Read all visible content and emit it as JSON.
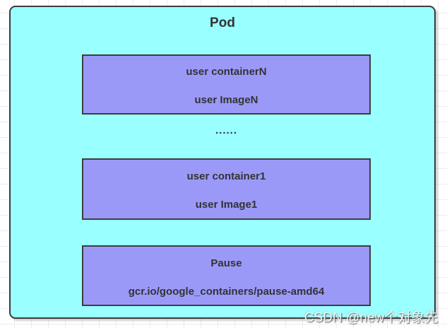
{
  "diagram": {
    "title": "Pod",
    "containers": [
      {
        "name": "user containerN",
        "image": "user ImageN"
      },
      {
        "name": "user container1",
        "image": "user Image1"
      },
      {
        "name": "Pause",
        "image": "gcr.io/google_containers/pause-amd64"
      }
    ],
    "ellipsis": "......",
    "watermark": "CSDN @new个对象先",
    "colors": {
      "pod_fill": "#99ffff",
      "container_fill": "#9b99f8",
      "border": "#3d3d3d",
      "text": "#333333"
    }
  }
}
